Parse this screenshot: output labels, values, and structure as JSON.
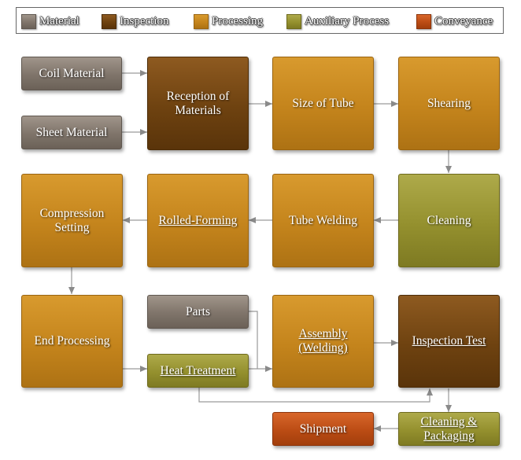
{
  "legend": [
    {
      "label": "Material",
      "color": "#7f746a"
    },
    {
      "label": "Inspection",
      "color": "#6e4210"
    },
    {
      "label": "Processing",
      "color": "#c4841c"
    },
    {
      "label": "Auxiliary Process",
      "color": "#94902e"
    },
    {
      "label": "Conveyance",
      "color": "#bb4c14"
    }
  ],
  "nodes": {
    "coil_material": "Coil Material",
    "sheet_material": "Sheet Material",
    "reception_of_materials": "Reception of Materials",
    "size_of_tube": "Size of Tube",
    "shearing": "Shearing",
    "compression_setting": "Compression Setting",
    "rolled_forming": "Rolled-Forming",
    "tube_welding": "Tube Welding",
    "cleaning": "Cleaning",
    "end_processing": "End Processing",
    "parts": "Parts",
    "heat_treatment": "Heat Treatment",
    "assembly_welding": "Assembly (Welding)",
    "inspection_test": "Inspection Test",
    "shipment": "Shipment",
    "cleaning_packaging": "Cleaning & Packaging"
  }
}
